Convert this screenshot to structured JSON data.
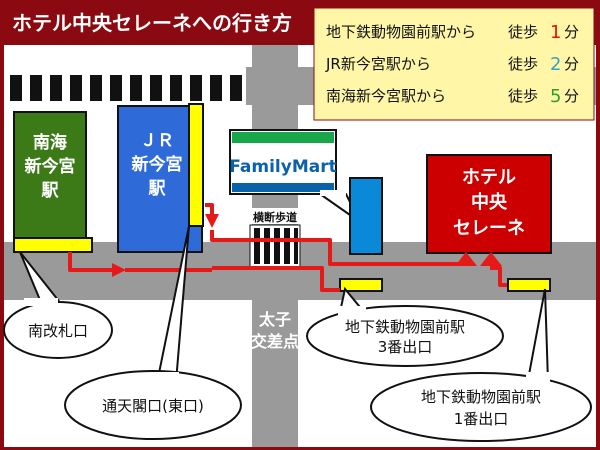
{
  "title": "ホテル中央セレーネへの行き方",
  "info_box": {
    "rows": [
      {
        "from": "地下鉄動物園前駅から",
        "walk": "徒歩",
        "minutes": "1",
        "unit": "分",
        "color": "#e8110f"
      },
      {
        "from": "JR新今宮駅から",
        "walk": "徒歩",
        "minutes": "2",
        "unit": "分",
        "color": "#3aa0c8"
      },
      {
        "from": "南海新今宮駅から",
        "walk": "徒歩",
        "minutes": "5",
        "unit": "分",
        "color": "#2f9e2f"
      }
    ]
  },
  "stations": {
    "nankai": {
      "lines": [
        "南海",
        "新今宮",
        "駅"
      ],
      "color": "#3c7a18"
    },
    "jr": {
      "lines": [
        "ＪＲ",
        "新今宮",
        "駅"
      ],
      "color": "#2f6bd8"
    }
  },
  "familymart": {
    "name": "FamilyMart"
  },
  "hotel": {
    "lines": [
      "ホテル",
      "中央",
      "セレーネ"
    ],
    "color": "#cc0000"
  },
  "crosswalk_label": "横断歩道",
  "intersection_label": [
    "太子",
    "交差点"
  ],
  "callouts": {
    "nankai_gate": "南改札口",
    "jr_gate": "通天閣口(東口)",
    "exit3": [
      "地下鉄動物園前駅",
      "3番出口"
    ],
    "exit1": [
      "地下鉄動物園前駅",
      "1番出口"
    ]
  },
  "colors": {
    "frame": "#8b0a12",
    "route": "#e61919",
    "road": "#9a9a9a",
    "entrance": "#ffff00",
    "info_bg": "#fff6a8"
  }
}
